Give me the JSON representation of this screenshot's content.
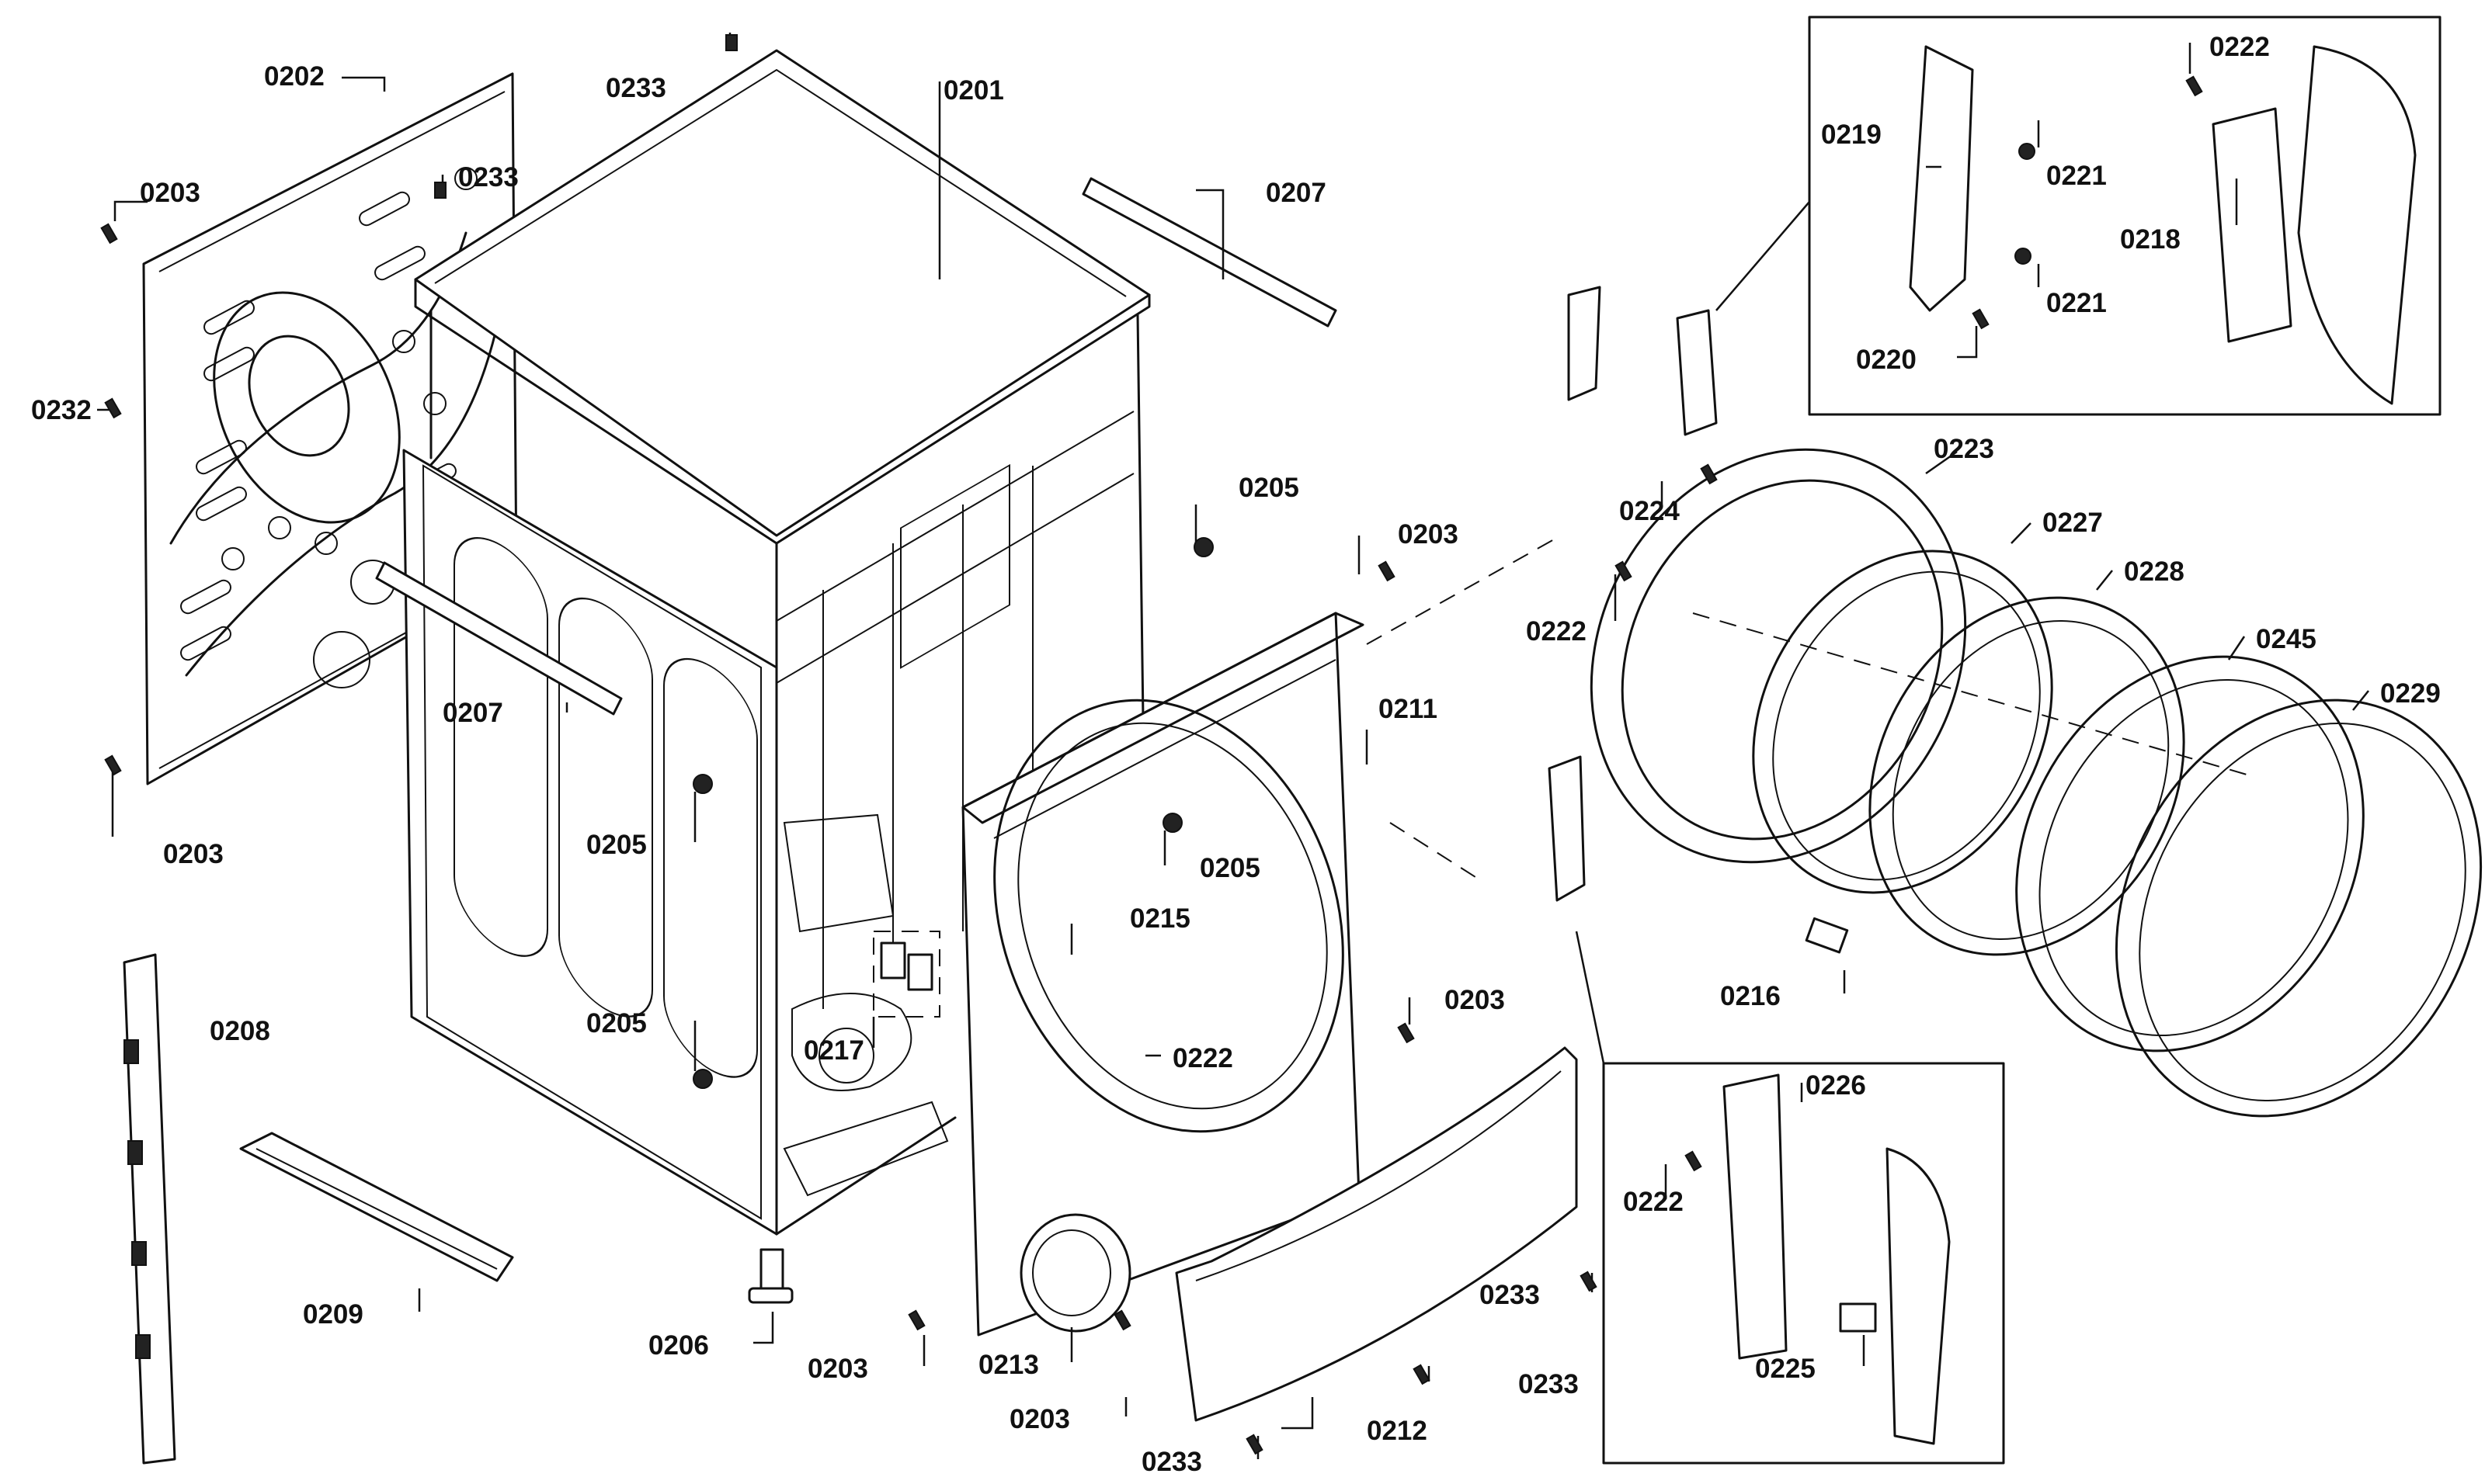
{
  "callouts": [
    {
      "id": "c0202",
      "part": "0202"
    },
    {
      "id": "c0233a",
      "part": "0233"
    },
    {
      "id": "c0201",
      "part": "0201"
    },
    {
      "id": "c0233b",
      "part": "0233"
    },
    {
      "id": "c0203a",
      "part": "0203"
    },
    {
      "id": "c0207a",
      "part": "0207"
    },
    {
      "id": "c0232",
      "part": "0232"
    },
    {
      "id": "c0205a",
      "part": "0205"
    },
    {
      "id": "c0203b",
      "part": "0203"
    },
    {
      "id": "c0207b",
      "part": "0207"
    },
    {
      "id": "c0211",
      "part": "0211"
    },
    {
      "id": "c0203c",
      "part": "0203"
    },
    {
      "id": "c0205b",
      "part": "0205"
    },
    {
      "id": "c0205c",
      "part": "0205"
    },
    {
      "id": "c0215",
      "part": "0215"
    },
    {
      "id": "c0205d",
      "part": "0205"
    },
    {
      "id": "c0208",
      "part": "0208"
    },
    {
      "id": "c0217",
      "part": "0217"
    },
    {
      "id": "c0222a",
      "part": "0222"
    },
    {
      "id": "c0203d",
      "part": "0203"
    },
    {
      "id": "c0209",
      "part": "0209"
    },
    {
      "id": "c0206",
      "part": "0206"
    },
    {
      "id": "c0203e",
      "part": "0203"
    },
    {
      "id": "c0213",
      "part": "0213"
    },
    {
      "id": "c0203f",
      "part": "0203"
    },
    {
      "id": "c0233c",
      "part": "0233"
    },
    {
      "id": "c0233d",
      "part": "0233"
    },
    {
      "id": "c0212",
      "part": "0212"
    },
    {
      "id": "c0233e",
      "part": "0233"
    },
    {
      "id": "c0222b",
      "part": "0222"
    },
    {
      "id": "c0219",
      "part": "0219"
    },
    {
      "id": "c0221a",
      "part": "0221"
    },
    {
      "id": "c0218",
      "part": "0218"
    },
    {
      "id": "c0221b",
      "part": "0221"
    },
    {
      "id": "c0220",
      "part": "0220"
    },
    {
      "id": "c0223",
      "part": "0223"
    },
    {
      "id": "c0224",
      "part": "0224"
    },
    {
      "id": "c0227",
      "part": "0227"
    },
    {
      "id": "c0222c",
      "part": "0222"
    },
    {
      "id": "c0228",
      "part": "0228"
    },
    {
      "id": "c0245",
      "part": "0245"
    },
    {
      "id": "c0229",
      "part": "0229"
    },
    {
      "id": "c0216",
      "part": "0216"
    },
    {
      "id": "c0226",
      "part": "0226"
    },
    {
      "id": "c0222d",
      "part": "0222"
    },
    {
      "id": "c0225",
      "part": "0225"
    }
  ]
}
